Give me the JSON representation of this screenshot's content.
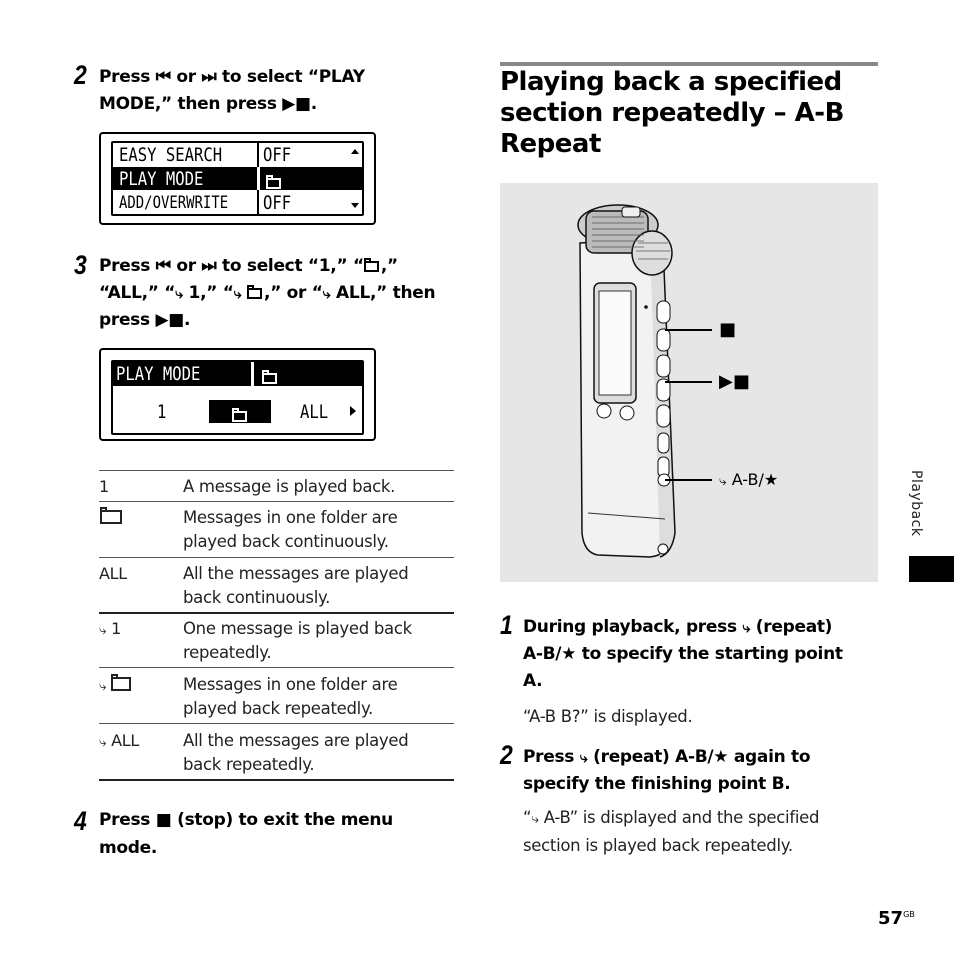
{
  "step2_left": {
    "num": "2",
    "line1": "Press ⏮ or ⏭ to select “PLAY",
    "line2": "MODE,” then press ▶■."
  },
  "lcd1": {
    "rows": [
      {
        "label": "EASY SEARCH",
        "value": "OFF"
      },
      {
        "label": "PLAY MODE",
        "value": ""
      },
      {
        "label": "ADD/OVERWRITE",
        "value": "OFF"
      }
    ]
  },
  "step3_left": {
    "num": "3",
    "line1": "Press ⏮ or ⏭ to select “1,” “",
    "line1_end": ",”",
    "line2a": "“ALL,” “",
    "line2b": " 1,” “",
    "line2c": ",” or “",
    "line2d": " ALL,” then",
    "line3": "press ▶■."
  },
  "lcd2": {
    "title": "PLAY MODE",
    "opt1": "1",
    "opt3": "ALL"
  },
  "table": [
    {
      "key": "1",
      "desc1": "A message is played back.",
      "desc2": ""
    },
    {
      "key": "",
      "desc1": "Messages in one folder are",
      "desc2": "played back continuously."
    },
    {
      "key": "ALL",
      "desc1": "All the messages are played",
      "desc2": "back continuously."
    },
    {
      "key": " 1",
      "desc1": "One message is played back",
      "desc2": "repeatedly."
    },
    {
      "key": "",
      "desc1": "Messages in one folder are",
      "desc2": "played back repeatedly."
    },
    {
      "key": " ALL",
      "desc1": "All the messages are played",
      "desc2": "back repeatedly."
    }
  ],
  "step4_left": {
    "num": "4",
    "line1": "Press ■ (stop) to exit the menu",
    "line2": "mode."
  },
  "heading": {
    "line1": "Playing back a specified",
    "line2": "section repeatedly – A-B",
    "line3": "Repeat"
  },
  "figure": {
    "label_stop": "■",
    "label_play": "▶■",
    "label_ab": " A-B/★"
  },
  "step1_right": {
    "num": "1",
    "line1a": "During playback, press ",
    "line1b": " (repeat)",
    "line2": "A-B/★ to specify the starting point",
    "line3": "A.",
    "note": "“A-B B?” is displayed."
  },
  "step2_right": {
    "num": "2",
    "line1a": "Press ",
    "line1b": " (repeat) A-B/★ again to",
    "line2": "specify the finishing point B.",
    "note1a": "“",
    "note1b": " A-B” is displayed and the specified",
    "note2": "section is played back repeatedly."
  },
  "side_tab": "Playback",
  "page": {
    "number": "57",
    "suffix": "GB"
  },
  "colors": {
    "figure_bg": "#e6e6e6",
    "tab_black": "#000000"
  }
}
